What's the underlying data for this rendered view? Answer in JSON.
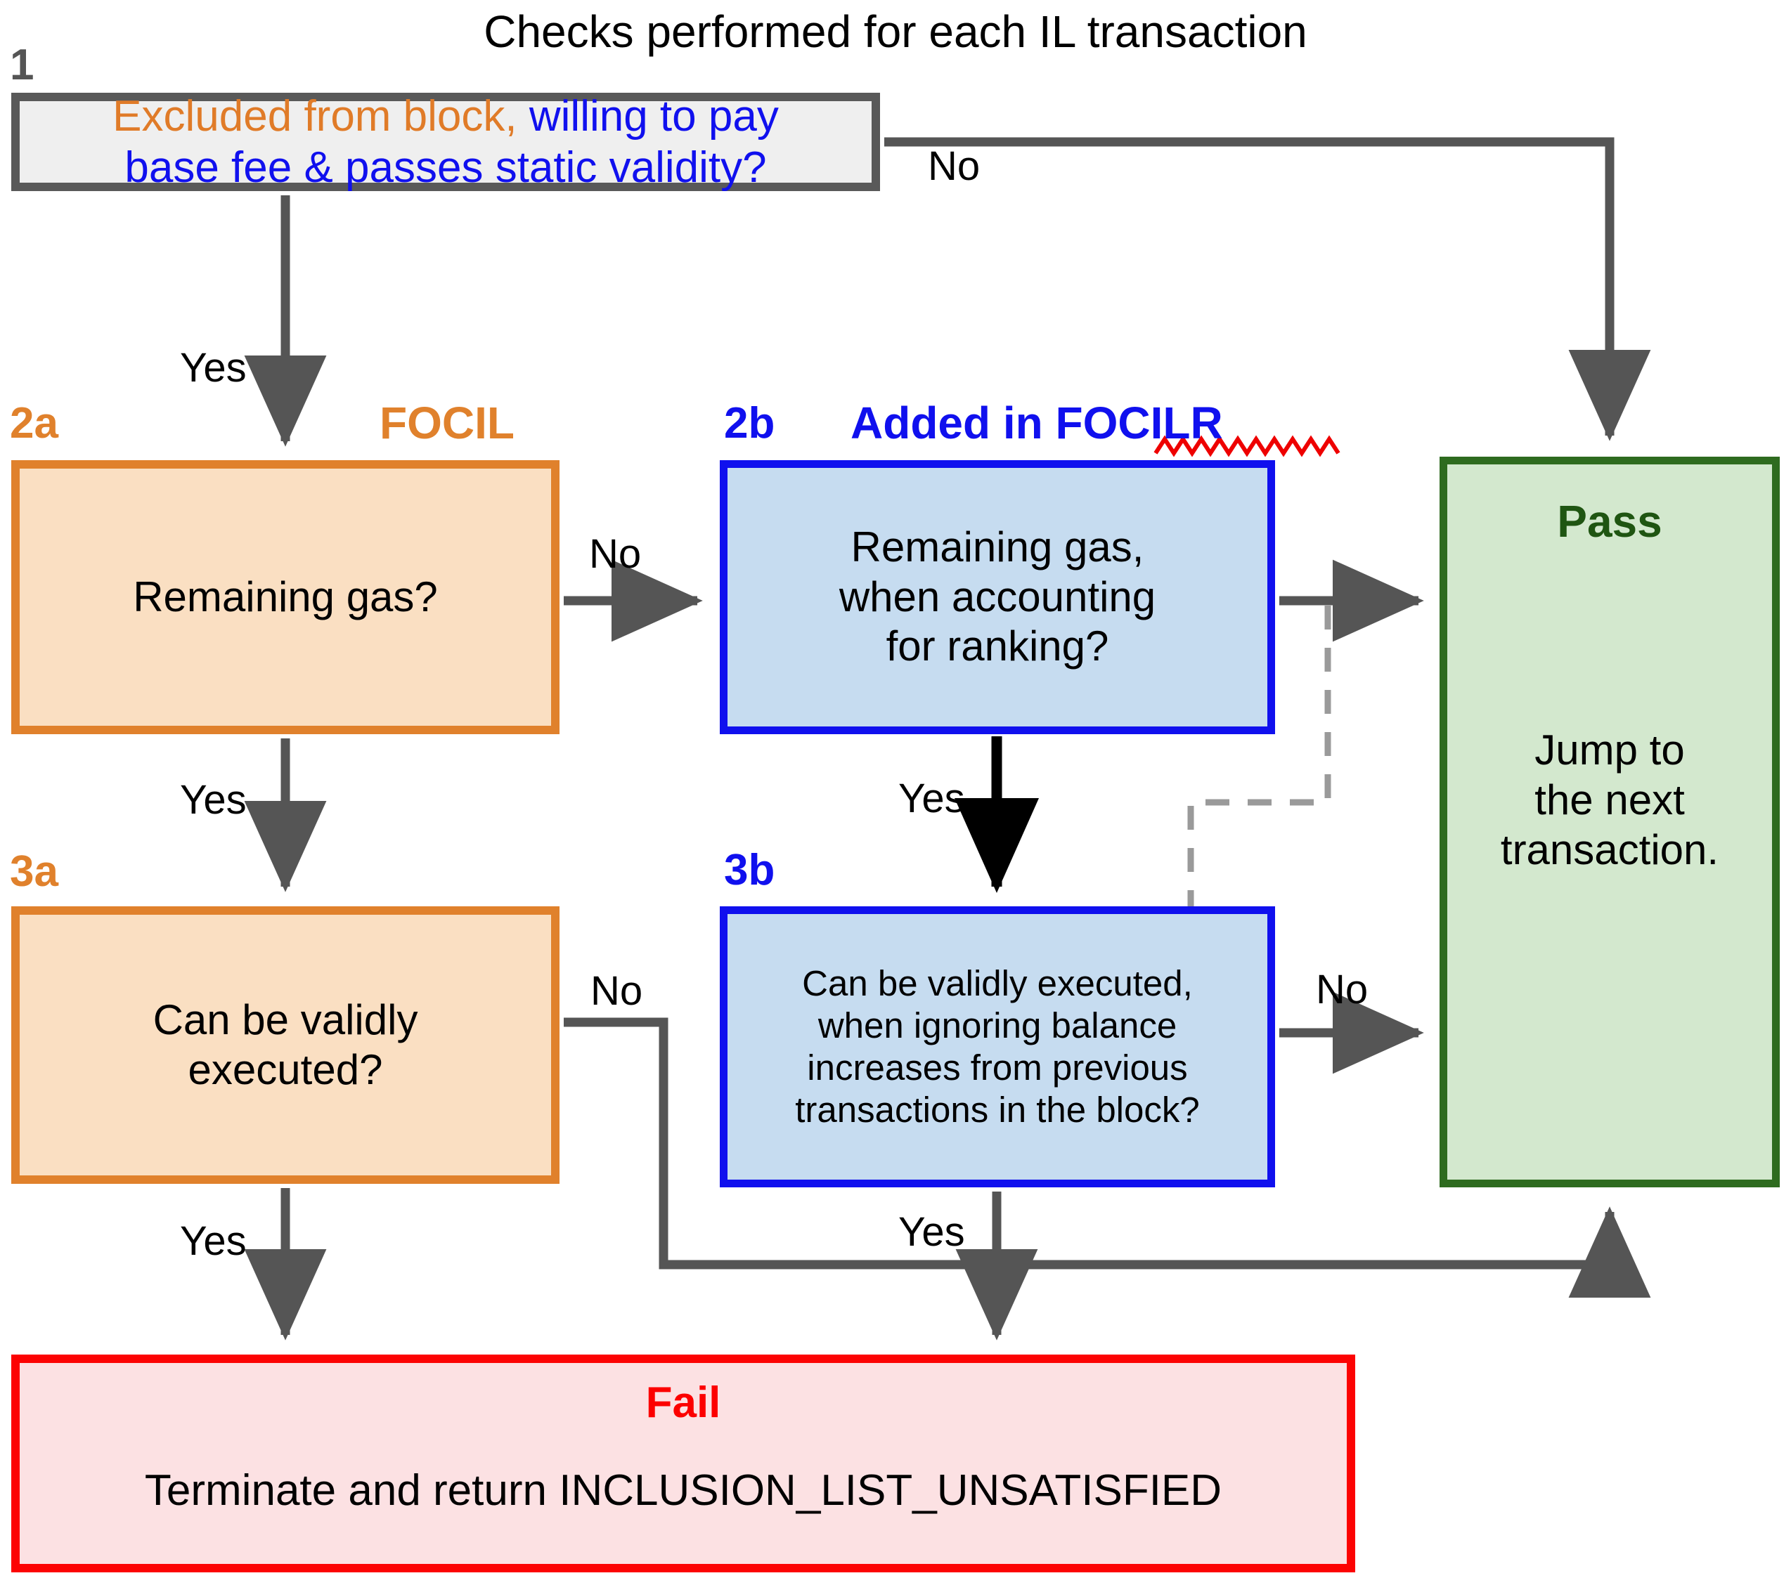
{
  "title": "Checks performed for each IL transaction",
  "colors": {
    "focil_orange": "#e0812c",
    "focilr_blue": "#1010ee",
    "pass_green": "#2e6b1f",
    "fail_red": "#fc0303",
    "edge_gray": "#555555",
    "box1_border": "#595959",
    "dashed_gray": "#9a9a9a",
    "spellcheck_red": "#ee0000"
  },
  "legend": {
    "focil": "FOCIL",
    "focilr": "Added in FOCILR"
  },
  "nodes": {
    "box1": {
      "number": "1",
      "text_orange": "Excluded from block,",
      "text_blue_line1": " willing to pay",
      "text_blue_line2": "base fee & passes static validity?"
    },
    "box2a": {
      "number": "2a",
      "text": "Remaining gas?"
    },
    "box2b": {
      "number": "2b",
      "line1": "Remaining gas,",
      "line2": "when accounting",
      "line3": "for ranking?"
    },
    "box3a": {
      "number": "3a",
      "line1": "Can be validly",
      "line2": "executed?"
    },
    "box3b": {
      "number": "3b",
      "line1": "Can be validly executed,",
      "line2": "when ignoring balance",
      "line3": "increases from previous",
      "line4": "transactions in the block?"
    },
    "pass": {
      "title": "Pass",
      "line1": "Jump to",
      "line2": "the next",
      "line3": "transaction."
    },
    "fail": {
      "title": "Fail",
      "body": "Terminate and return INCLUSION_LIST_UNSATISFIED"
    }
  },
  "edges": [
    {
      "id": "e1-no",
      "from": "box1",
      "to": "pass",
      "label": "No"
    },
    {
      "id": "e1-yes",
      "from": "box1",
      "to": "box2a",
      "label": "Yes"
    },
    {
      "id": "e2a-no",
      "from": "box2a",
      "to": "box2b",
      "label": "No"
    },
    {
      "id": "e2a-yes",
      "from": "box2a",
      "to": "box3a",
      "label": "Yes"
    },
    {
      "id": "e2b-pass",
      "from": "box2b",
      "to": "pass",
      "label": ""
    },
    {
      "id": "e2b-yes",
      "from": "box2b",
      "to": "box3b",
      "label": "Yes"
    },
    {
      "id": "e3a-no",
      "from": "box3a",
      "to": "pass",
      "label": "No"
    },
    {
      "id": "e3a-yes",
      "from": "box3a",
      "to": "fail",
      "label": "Yes"
    },
    {
      "id": "e3b-no",
      "from": "box3b",
      "to": "pass",
      "label": "No"
    },
    {
      "id": "e3b-yes",
      "from": "box3b",
      "to": "fail",
      "label": "Yes"
    },
    {
      "id": "e-dashed",
      "from": "box2b-pass-link",
      "to": "box3b",
      "label": ""
    }
  ],
  "edge_labels": {
    "no_1": "No",
    "yes_1": "Yes",
    "no_2a": "No",
    "yes_2a": "Yes",
    "yes_2b": "Yes",
    "no_3a": "No",
    "no_3b": "No",
    "yes_3a": "Yes",
    "yes_3b": "Yes"
  }
}
